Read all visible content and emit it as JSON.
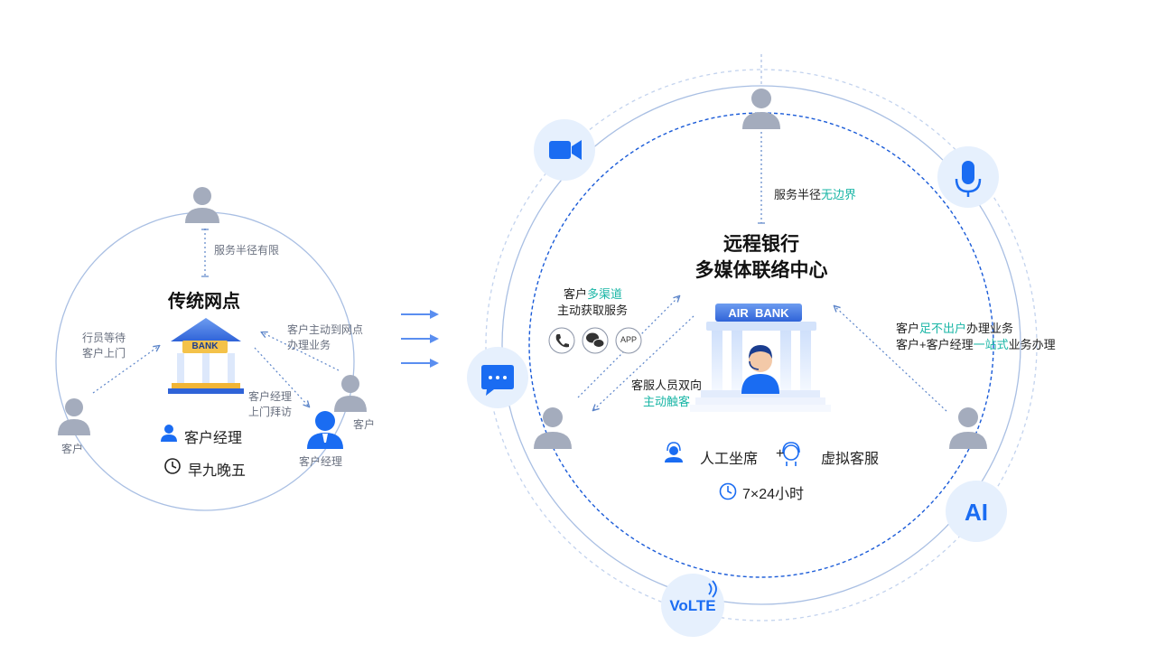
{
  "left": {
    "title": "传统网点",
    "radius_label": "服务半径有限",
    "staff_wait_l1": "行员等待",
    "staff_wait_l2": "客户上门",
    "customer_visit_l1": "客户主动到网点",
    "customer_visit_l2": "办理业务",
    "manager_visit_l1": "客户经理",
    "manager_visit_l2": "上门拜访",
    "customer_left": "客户",
    "customer_right": "客户",
    "manager_label": "客户经理",
    "legend_manager": "客户经理",
    "legend_hours": "早九晚五",
    "bank_sign": "BANK"
  },
  "right": {
    "title_l1": "远程银行",
    "title_l2": "多媒体联络中心",
    "radius_prefix": "服务半径",
    "radius_hl": "无边界",
    "multi_prefix": "客户",
    "multi_hl": "多渠道",
    "multi_l2": "主动获取服务",
    "app_label": "APP",
    "agent_l1": "客服人员双向",
    "agent_hl": "主动触客",
    "r1_prefix": "客户",
    "r1_hl": "足不出户",
    "r1_suffix": "办理业务",
    "r2_prefix": "客户+客户经理",
    "r2_hl": "一站式",
    "r2_suffix": "业务办理",
    "sign": "AIR  BANK",
    "legend_human": "人工坐席",
    "legend_plus": "+",
    "legend_virtual": "虚拟客服",
    "legend_hours": "7×24小时",
    "ai_label": "AI",
    "volte_label": "VoLTE"
  },
  "colors": {
    "accent": "#1a6cf2",
    "teal": "#1ab6a6",
    "person": "#a4acbd",
    "ring": "#a9bfe3",
    "bubble": "#e6f0fd"
  },
  "icons": [
    "video-icon",
    "mic-icon",
    "chat-icon",
    "ai-icon",
    "volte-icon",
    "phone-icon",
    "wechat-icon",
    "app-icon",
    "clock-icon",
    "agent-icon",
    "virtual-agent-icon",
    "user-icon"
  ]
}
